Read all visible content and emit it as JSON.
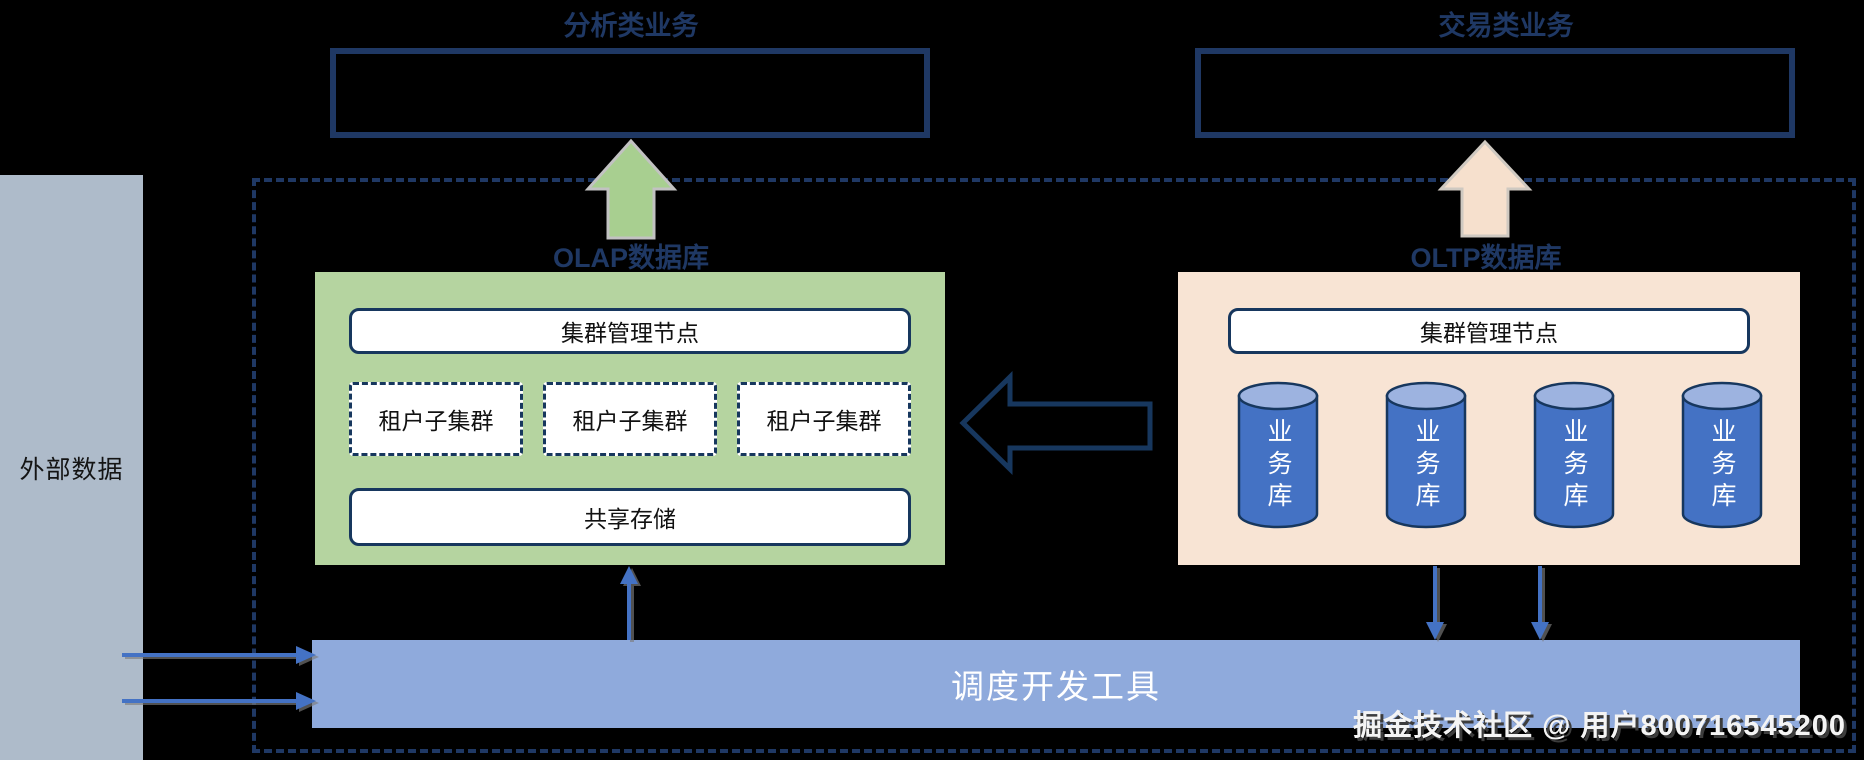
{
  "diagram": {
    "top_flows": {
      "left": "分析类业务",
      "right": "交易类业务"
    },
    "olap": {
      "label": "OLAP数据库",
      "mgmt_node": "集群管理节点",
      "tenant_subclusters": [
        "租户子集群",
        "租户子集群",
        "租户子集群"
      ],
      "shared_storage": "共享存储"
    },
    "oltp": {
      "label": "OLTP数据库",
      "mgmt_node": "集群管理节点",
      "business_dbs": [
        "业务库",
        "业务库",
        "业务库",
        "业务库"
      ]
    },
    "external_data": "外部数据",
    "scheduler": "调度开发工具",
    "watermark": "掘金技术社区 @ 用户800716545200"
  },
  "colors": {
    "background": "#000000",
    "navy_border": "#1f3864",
    "inner_border": "#17375e",
    "green_fill": "#b5d4a0",
    "green_arrow": "#a8cf90",
    "peach_fill": "#f8e4d4",
    "peach_arrow": "#f6e0cd",
    "light_blue_bar": "#8faadc",
    "accent_blue": "#4472c4",
    "cylinder_body": "#4472c4",
    "cylinder_top": "#9db3e0",
    "gray_panel": "#aebbca",
    "white_box": "#ffffff"
  }
}
